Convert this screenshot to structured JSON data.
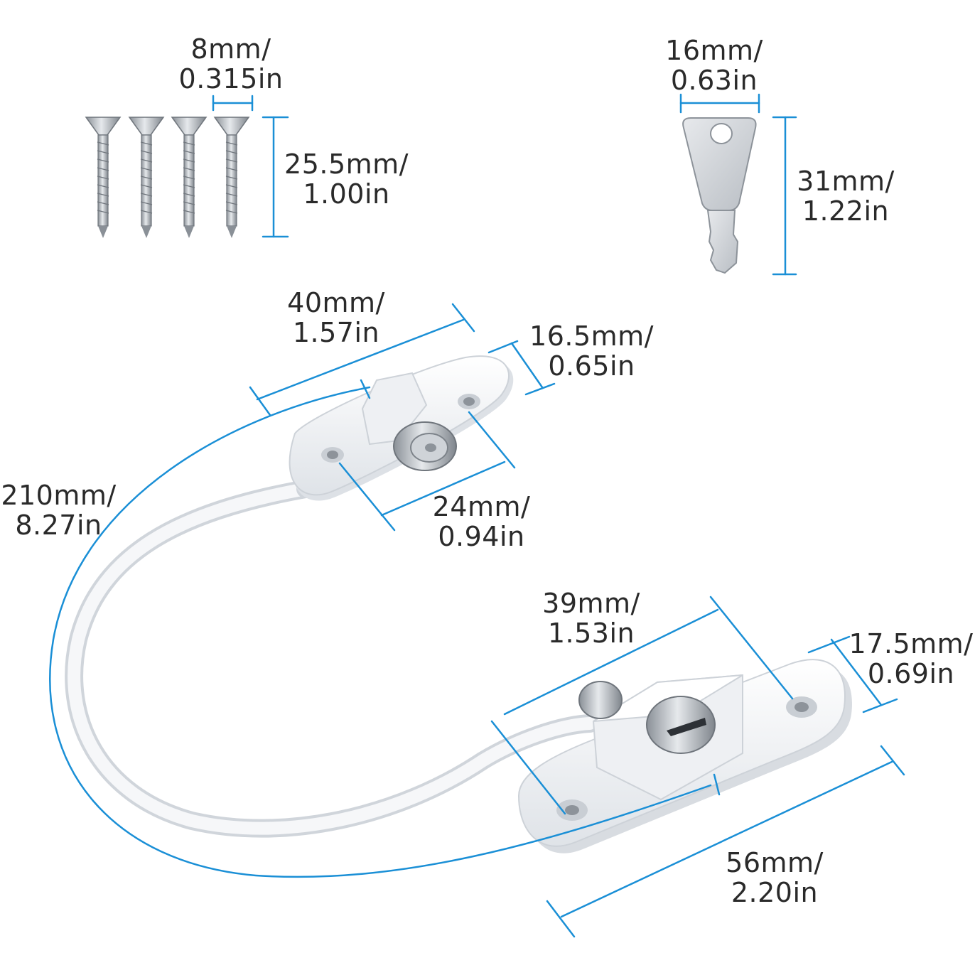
{
  "colors": {
    "dimension_line": "#1a8fd6",
    "label_text": "#2a2a2a",
    "part_white": "#f4f5f7",
    "part_shadow": "#d4d8de",
    "metal": "#b9bec4",
    "metal_dark": "#7d838a"
  },
  "parts": [
    {
      "name": "screws",
      "count": 4
    },
    {
      "name": "key"
    },
    {
      "name": "cable-lock-top-bracket"
    },
    {
      "name": "cable-lock-base-with-keyhole"
    },
    {
      "name": "steel-cable"
    }
  ],
  "dimensions": {
    "screw_head_width": {
      "mm": "8mm/",
      "in": "0.315in"
    },
    "screw_length": {
      "mm": "25.5mm/",
      "in": "1.00in"
    },
    "key_width": {
      "mm": "16mm/",
      "in": "0.63in"
    },
    "key_length": {
      "mm": "31mm/",
      "in": "1.22in"
    },
    "top_bracket_length": {
      "mm": "40mm/",
      "in": "1.57in"
    },
    "top_bracket_width": {
      "mm": "16.5mm/",
      "in": "0.65in"
    },
    "top_hole_spacing": {
      "mm": "24mm/",
      "in": "0.94in"
    },
    "cable_length": {
      "mm": "210mm/",
      "in": "8.27in"
    },
    "base_hole_spacing": {
      "mm": "39mm/",
      "in": "1.53in"
    },
    "base_width": {
      "mm": "17.5mm/",
      "in": "0.69in"
    },
    "base_length": {
      "mm": "56mm/",
      "in": "2.20in"
    }
  }
}
